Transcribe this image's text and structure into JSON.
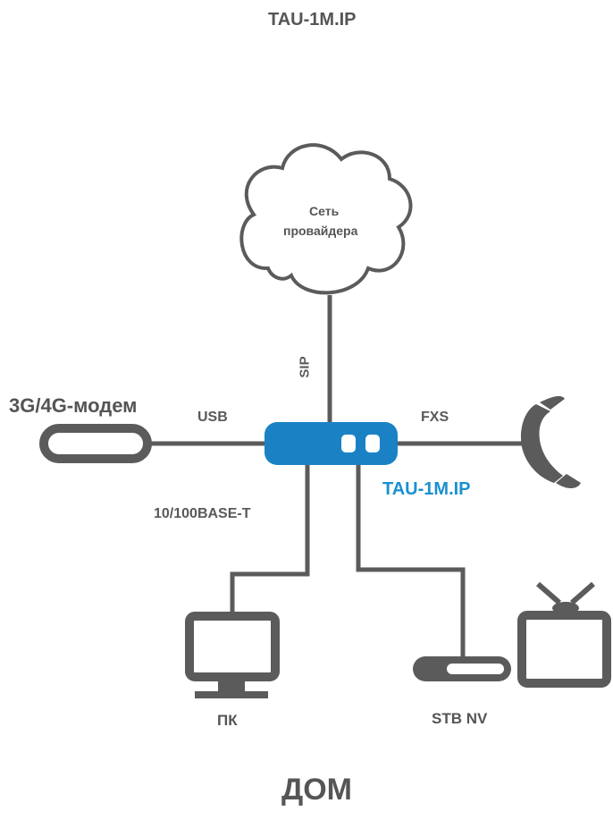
{
  "title": "TAU-1M.IP",
  "cloud_label_line1": "Сеть",
  "cloud_label_line2": "провайдера",
  "link_sip": "SIP",
  "link_usb": "USB",
  "link_fxs": "FXS",
  "link_ethernet": "10/100BASE-T",
  "modem_label": "3G/4G-модем",
  "device_label": "TAU-1M.IP",
  "pc_label": "ПК",
  "stb_label": "STB NV",
  "footer": "ДОМ",
  "colors": {
    "device_blue": "#1a82c4",
    "device_label": "#1a90cf",
    "line": "#5b5b5b",
    "text": "#5a5a5a"
  },
  "icons": [
    "cloud-icon",
    "router-icon",
    "usb-modem-icon",
    "phone-icon",
    "pc-monitor-icon",
    "stb-box-icon",
    "tv-icon"
  ]
}
